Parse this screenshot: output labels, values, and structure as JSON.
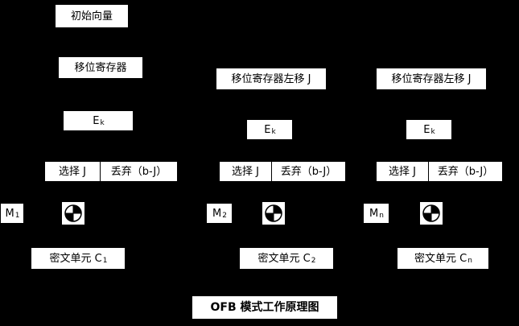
{
  "title": "OFB 模式工作原理图",
  "diagram": {
    "initial_vector": "初始向量",
    "columns": [
      {
        "register": "移位寄存器",
        "e_base": "E",
        "e_sub": "k",
        "select": "选择 J",
        "discard": "丢弃（b-J）",
        "message_base": "M",
        "message_sub": "1",
        "cipher_base": "密文单元 C",
        "cipher_sub": "1"
      },
      {
        "register": "移位寄存器左移 J",
        "e_base": "E",
        "e_sub": "k",
        "select": "选择 J",
        "discard": "丢弃（b-J）",
        "message_base": "M",
        "message_sub": "2",
        "cipher_base": "密文单元 C",
        "cipher_sub": "2"
      },
      {
        "register": "移位寄存器左移 J",
        "e_base": "E",
        "e_sub": "k",
        "select": "选择 J",
        "discard": "丢弃（b-J）",
        "message_base": "M",
        "message_sub": "n",
        "cipher_base": "密文单元 C",
        "cipher_sub": "n"
      }
    ],
    "symbols": {
      "xor": "⊕"
    }
  },
  "colors": {
    "background": "#000000",
    "box_fill": "#ffffff",
    "box_text": "#000000"
  }
}
